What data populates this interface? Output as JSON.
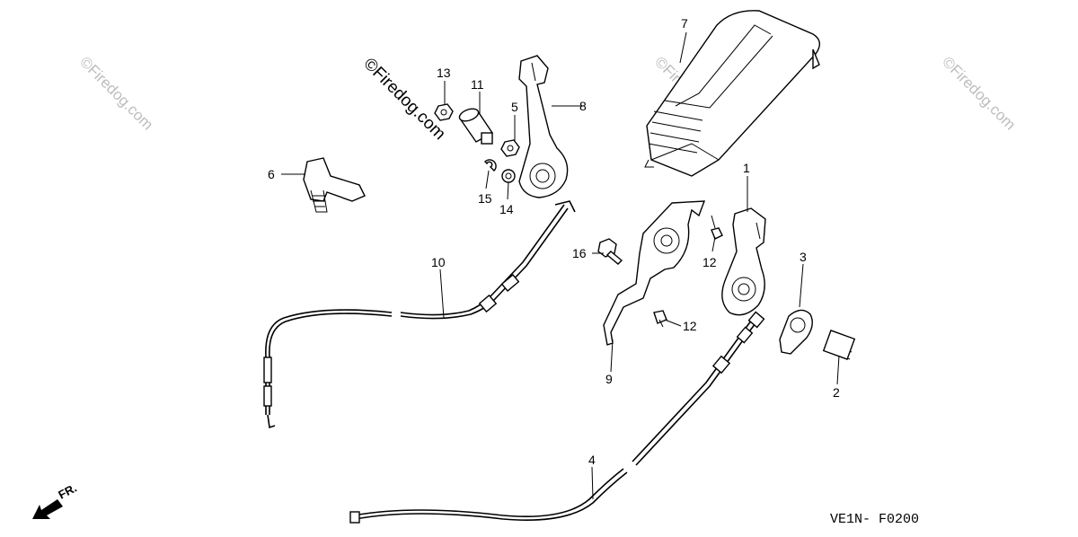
{
  "diagram": {
    "code": "VE1N- F0200",
    "direction_label": "FR.",
    "watermarks": [
      "©Firedog.com",
      "©Firedog.com",
      "©Firedog.com",
      "©Firedog.com"
    ],
    "callouts": [
      "1",
      "2",
      "3",
      "4",
      "5",
      "6",
      "7",
      "8",
      "9",
      "10",
      "11",
      "12",
      "12",
      "13",
      "14",
      "15",
      "16"
    ]
  }
}
